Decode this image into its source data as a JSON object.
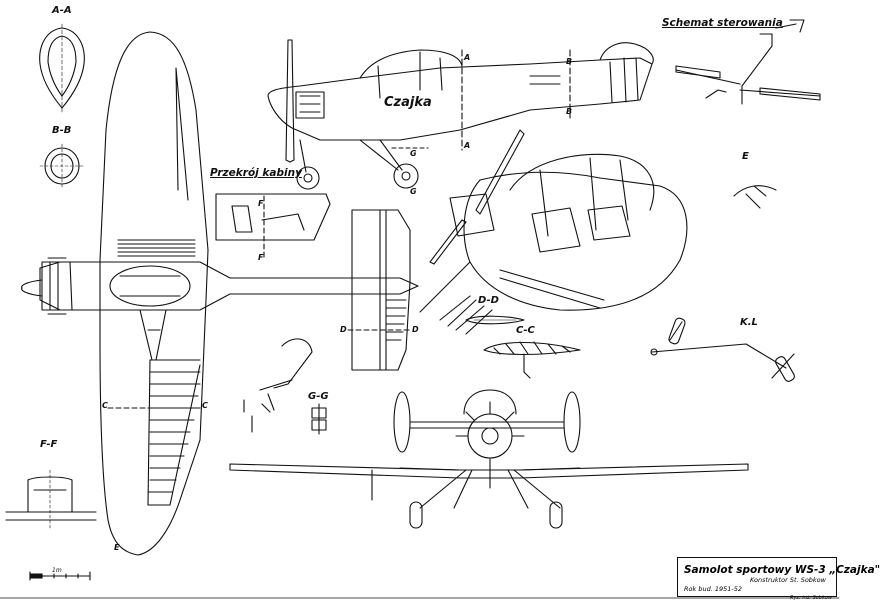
{
  "labels": {
    "section_aa": "A-A",
    "section_bb": "B-B",
    "section_ff": "F-F",
    "section_gg": "G-G",
    "section_cc": "C-C",
    "section_dd": "D-D",
    "cabin_section": "Przekrój kabiny",
    "control_scheme": "Schemat sterowania",
    "detail_e": "E",
    "detail_kl": "K.L",
    "aircraft_name": "Czajka",
    "marker_a": "A",
    "marker_b": "B",
    "marker_c": "C",
    "marker_d": "D",
    "marker_e": "E",
    "marker_f": "F",
    "marker_g": "G"
  },
  "title_block": {
    "title": "Samolot sportowy WS-3 „Czajka\"",
    "designer": "Konstruktor St. Sobkow",
    "year": "Rok bud. 1951-52",
    "drawn_by": "Rys. inż. Sobkow"
  },
  "scale_bar": {
    "label": "1m"
  },
  "colors": {
    "ink": "#111111",
    "paper": "#ffffff"
  }
}
